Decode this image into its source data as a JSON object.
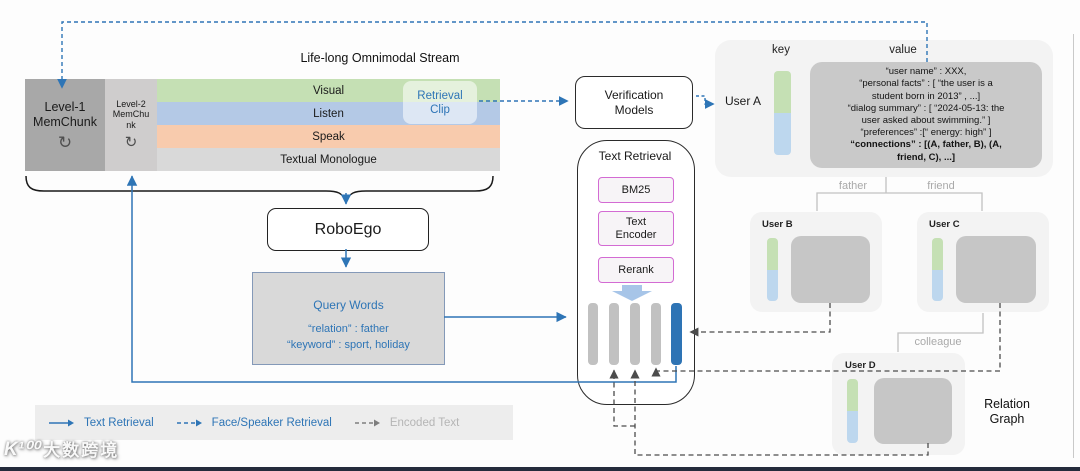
{
  "icons": {
    "refresh": "↻"
  },
  "stream": {
    "title": "Life-long Omnimodal Stream",
    "level1": {
      "line1": "Level-1",
      "line2": "MemChunk"
    },
    "level2": {
      "line1": "Level-2",
      "line2": "MemChu",
      "line3": "nk"
    },
    "rows": [
      {
        "label": "Visual",
        "color": "#c5e0b4"
      },
      {
        "label": "Listen",
        "color": "#b4c9e6"
      },
      {
        "label": "Speak",
        "color": "#f8cbad"
      },
      {
        "label": "Textual Monologue",
        "color": "#d9d9d9"
      }
    ],
    "retrieval_clip": {
      "line1": "Retrieval",
      "line2": "Clip"
    }
  },
  "roboego": {
    "label": "RoboEgo"
  },
  "query_words": {
    "title": "Query Words",
    "line1": "“relation” : father",
    "line2": "“keyword” : sport, holiday"
  },
  "verification": {
    "line1": "Verification",
    "line2": "Models"
  },
  "text_retrieval": {
    "title": "Text Retrieval",
    "stage1": "BM25",
    "stage2_line1": "Text",
    "stage2_line2": "Encoder",
    "stage3": "Rerank"
  },
  "memory_card": {
    "key_label": "key",
    "value_label": "value",
    "user": "User A",
    "value_lines": [
      "“user name” : XXX,",
      "“personal facts” : [ “the user is a",
      "student born in 2013” , ...]",
      "“dialog summary” : [ “2024-05-13: the",
      "user asked about swimming.” ]",
      "“preferences” :[“ energy: high” ]",
      "“connections” : [(A, father, B), (A,",
      "friend, C), ...]"
    ]
  },
  "relation_graph": {
    "edge_father": "father",
    "edge_friend": "friend",
    "edge_colleague": "colleague",
    "user_b": "User B",
    "user_c": "User C",
    "user_d": "User D",
    "caption_line1": "Relation",
    "caption_line2": "Graph"
  },
  "legend": {
    "text_retrieval": "Text Retrieval",
    "face_speaker": "Face/Speaker Retrieval",
    "encoded_text": "Encoded Text"
  },
  "watermark": {
    "logo": "K¹⁰⁰",
    "text": "大数跨境"
  },
  "colors": {
    "accent_blue": "#2e75b6",
    "encoded_dash": "#4c4c4c",
    "bar_blue": "#2e74b5",
    "bar_gray": "#c1c1c1",
    "key_green": "#c5e0b4",
    "key_blue": "#bdd7ee",
    "stage_border_pink": "#d36bd3",
    "card_bg": "#f3f3f3",
    "value_bg": "#c9c9c9",
    "relation_line": "#c2c2c2"
  }
}
